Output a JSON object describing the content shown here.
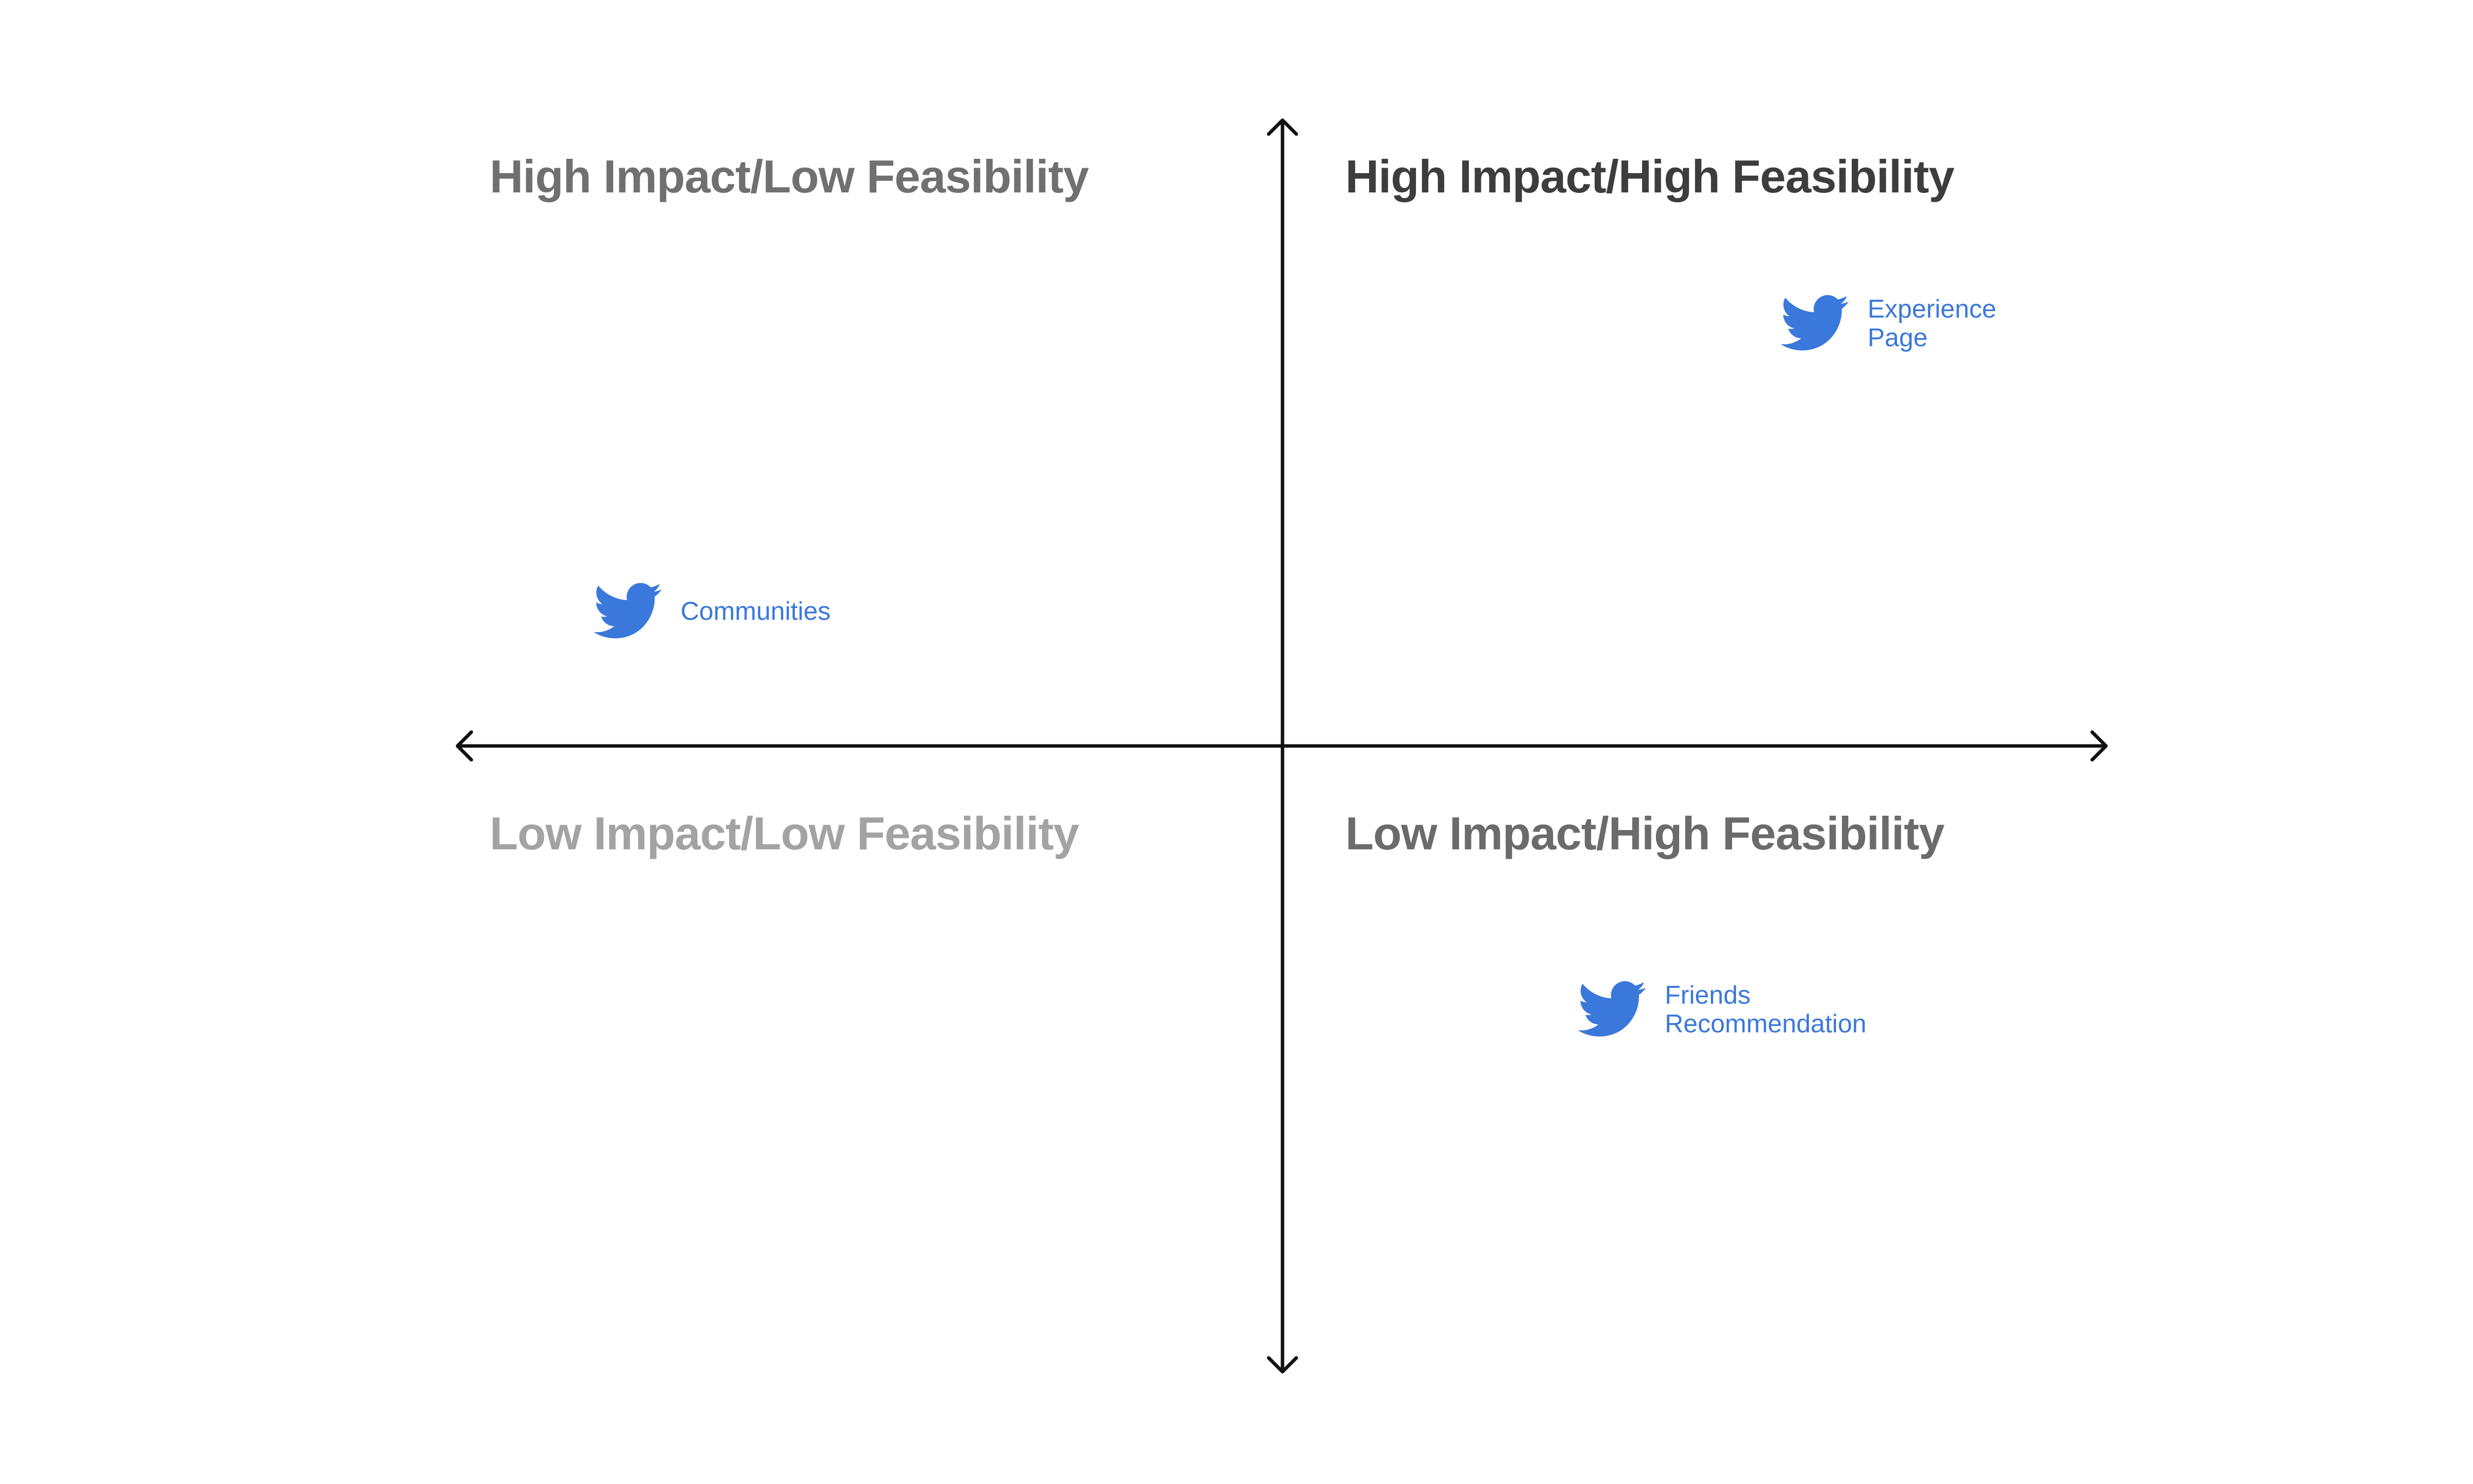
{
  "colors": {
    "axis": "#111111",
    "accent": "#3b78db"
  },
  "quadrants": {
    "high_low": "High Impact/Low Feasibility",
    "high_high": "High Impact/High Feasibility",
    "low_low": "Low Impact/Low Feasibility",
    "low_high": "Low Impact/High Feasibility"
  },
  "items": [
    {
      "icon": "twitter-bird-icon",
      "lines": [
        "Experience",
        "Page"
      ]
    },
    {
      "icon": "twitter-bird-icon",
      "lines": [
        "Communities"
      ]
    },
    {
      "icon": "twitter-bird-icon",
      "lines": [
        "Friends",
        "Recommendation"
      ]
    }
  ]
}
